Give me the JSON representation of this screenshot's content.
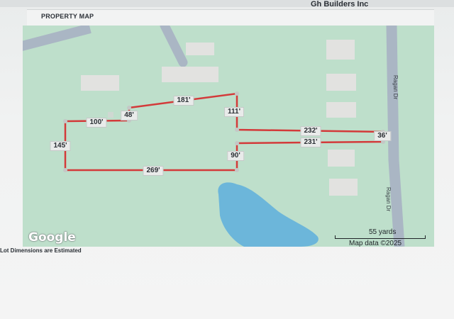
{
  "header": {
    "company": "Gh Builders Inc",
    "title": "PROPERTY MAP"
  },
  "map": {
    "provider": "Google",
    "road_name": "Ragan Dr",
    "scale_text": "55 yards",
    "attribution": "Map data ©2025",
    "colors": {
      "land": "#b9dcc6",
      "road": "#aab6c4",
      "water": "#6cb6da",
      "boundary": "#d33a3a",
      "building": "#e2e2e0"
    },
    "lot_dimensions": [
      "181'",
      "111'",
      "48'",
      "100'",
      "145'",
      "269'",
      "90'",
      "232'",
      "231'",
      "36'"
    ]
  },
  "footer": {
    "note": "Lot Dimensions are Estimated"
  }
}
